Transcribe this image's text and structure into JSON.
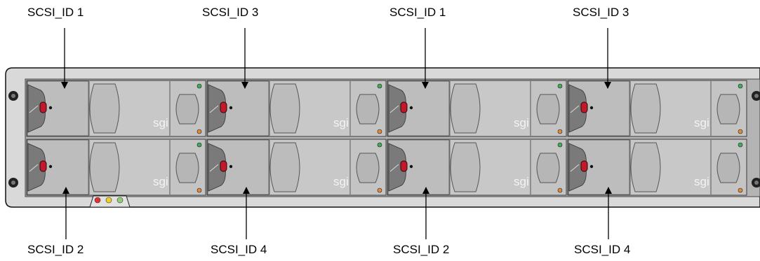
{
  "figure": {
    "brand_text": "sgi",
    "colors": {
      "chassis": "#d9d9d9",
      "drive_face": "#c8c8c8",
      "drive_dark": "#7a7a7a",
      "latch_red": "#c2182b",
      "led_green": "#3cae5a",
      "led_amber": "#e08a3a",
      "status_red": "#e53030",
      "status_yellow": "#f0d020",
      "status_green": "#90d070"
    }
  },
  "labels": {
    "top": [
      "SCSI_ID 1",
      "SCSI_ID 3",
      "SCSI_ID 1",
      "SCSI_ID 3"
    ],
    "bottom": [
      "SCSI_ID 2",
      "SCSI_ID 4",
      "SCSI_ID 2",
      "SCSI_ID 4"
    ]
  }
}
